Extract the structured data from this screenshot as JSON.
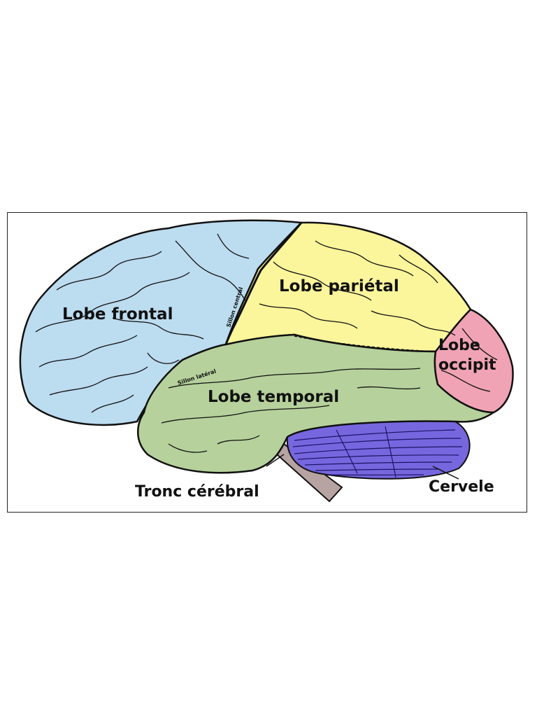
{
  "diagram": {
    "labels": {
      "frontal": "Lobe frontal",
      "parietal": "Lobe pariétal",
      "occipital_line1": "Lobe",
      "occipital_line2": "occipit",
      "temporal": "Lobe temporal",
      "brainstem": "Tronc cérébral",
      "cerebellum": "Cervele",
      "central_sulcus": "Sillon central",
      "lateral_sulcus": "Sillon latéral"
    },
    "colors": {
      "frontal": "#bcdcef",
      "parietal": "#fbf59b",
      "occipital": "#f0a3b4",
      "temporal": "#b6d19c",
      "cerebellum": "#7667df",
      "brainstem": "#b8a3a3",
      "outline": "#111111"
    }
  }
}
